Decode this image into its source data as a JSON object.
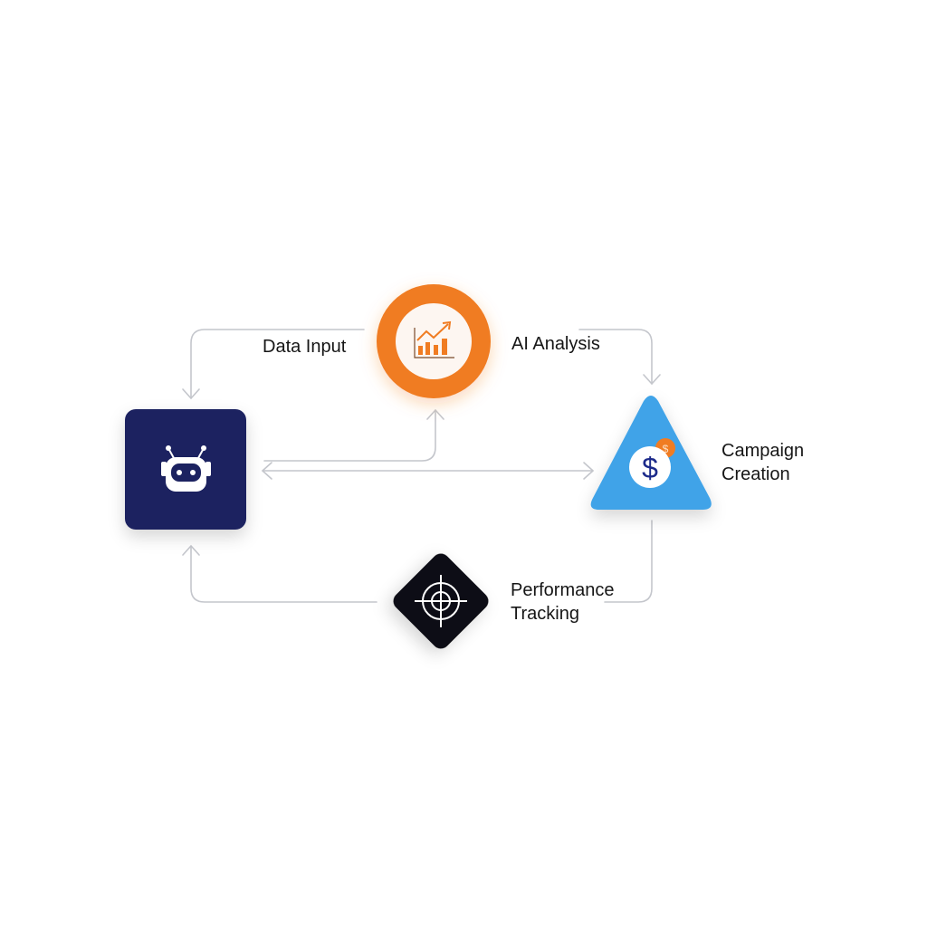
{
  "nodes": {
    "agent": {
      "icon": "robot-icon",
      "color": "#1c2260"
    },
    "data_input": {
      "label": "Data Input",
      "icon": "chart-growth-icon",
      "color": "#f07c22"
    },
    "ai_analysis": {
      "label": "AI Analysis"
    },
    "campaign": {
      "label_line1": "Campaign",
      "label_line2": "Creation",
      "icon": "dollar-coin-icon",
      "color": "#3fa3e8",
      "icon_glyph": "$",
      "coin_glyph": "$"
    },
    "performance": {
      "label_line1": "Performance",
      "label_line2": "Tracking",
      "icon": "target-crosshair-icon",
      "color": "#0d0d12"
    }
  },
  "colors": {
    "connector": "#c4c6cc",
    "text": "#161616"
  }
}
